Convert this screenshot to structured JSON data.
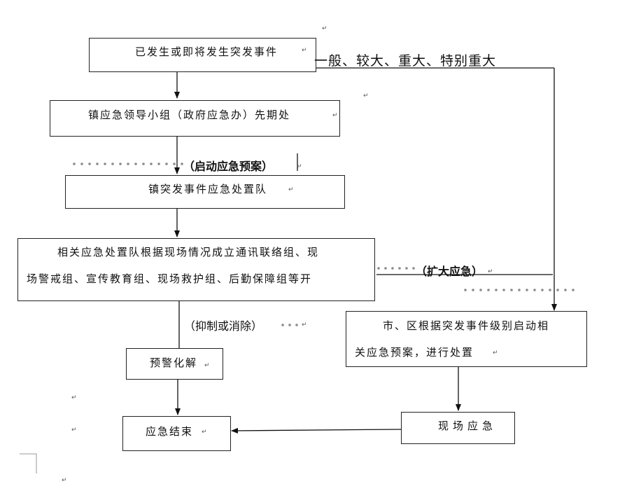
{
  "nodes": {
    "event": "已发生或即将发生突发事件",
    "town_group": "镇应急领导小组（政府应急办）先期处",
    "town_team": "镇突发事件应急处置队",
    "teams_line1": "相关应急处置队根据现场情况成立通讯联络组、现",
    "teams_line2": "场警戒组、宣传教育组、现场救护组、后勤保障组等开",
    "city_line1": "市、区根据突发事件级别启动相",
    "city_line2": "关应急预案，进行处置",
    "warning": "预警化解",
    "onsite": "现场应急",
    "end": "应急结束"
  },
  "labels": {
    "levels": "一般、较大、重大、特别重大",
    "start_plan": "（启动应急预案）",
    "expand": "（扩大应急）",
    "suppress": "（抑制或消除）"
  },
  "colors": {
    "line": "#111111",
    "dots": "#8a8a8a",
    "mark": "#555555"
  }
}
